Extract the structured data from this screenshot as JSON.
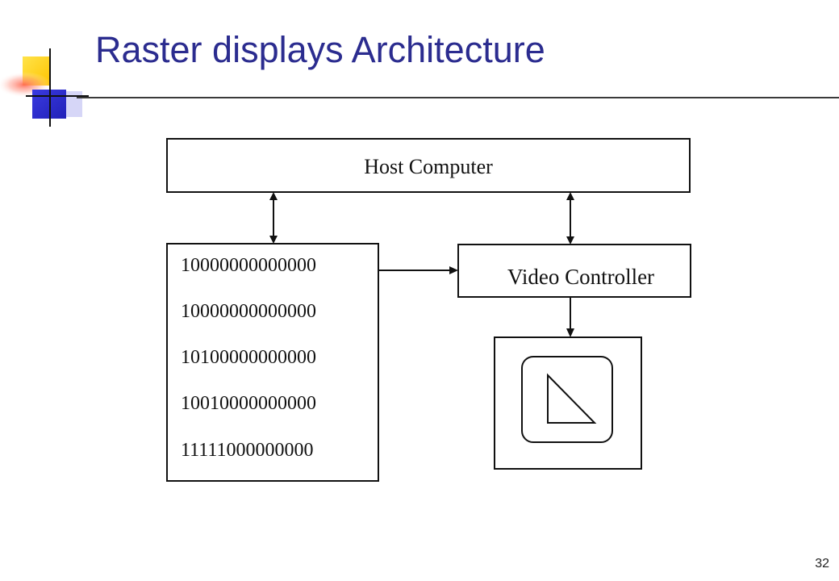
{
  "slide": {
    "title": "Raster displays Architecture",
    "page_number": "32"
  },
  "logo": {
    "icon": "crosshair-squares-logo",
    "colors": {
      "yellow": "#ffd21a",
      "blue": "#2f2fd0",
      "red": "#e8332a",
      "lines": "#111111"
    }
  },
  "diagram": {
    "host_computer": {
      "label": "Host Computer"
    },
    "video_controller": {
      "label": "Video Controller"
    },
    "frame_buffer": {
      "rows": [
        "10000000000000",
        "10000000000000",
        "10100000000000",
        "10010000000000",
        "11111000000000"
      ]
    },
    "monitor": {
      "icon": "monitor-triangle-icon"
    },
    "connections": [
      {
        "from": "host_computer",
        "to": "frame_buffer",
        "kind": "bidirectional"
      },
      {
        "from": "host_computer",
        "to": "video_controller",
        "kind": "bidirectional"
      },
      {
        "from": "frame_buffer",
        "to": "video_controller",
        "kind": "directed"
      },
      {
        "from": "video_controller",
        "to": "monitor",
        "kind": "directed"
      }
    ]
  },
  "colors": {
    "title": "#2b2c8f",
    "rule": "#3a3a3a",
    "diagram_ink": "#111111"
  }
}
